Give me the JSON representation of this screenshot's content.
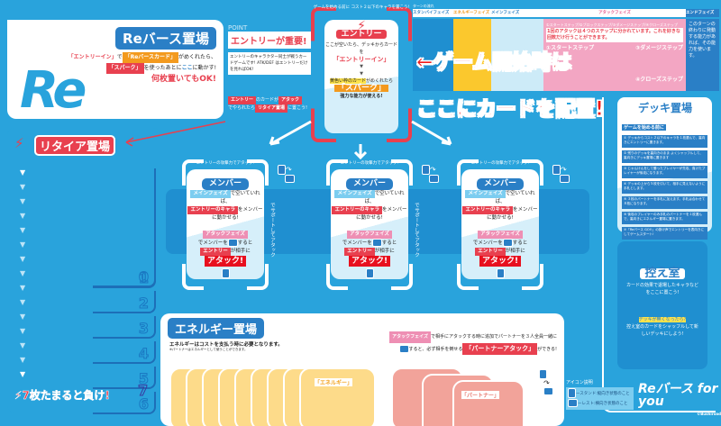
{
  "rebirth_zone": {
    "title": "Reバース置場",
    "line1_a": "「エントリーイン」",
    "line1_b": "で",
    "line1_c": "「Reバースカード」",
    "line1_d": "がめくれたら、",
    "line2_a": "「スパーク」",
    "line2_b": "を使ったあとに",
    "line2_c": "ここ",
    "line2_d": "に動かす!",
    "line3": "何枚置いてもOK!"
  },
  "logo_mark": "Re",
  "point": {
    "label": "POINT",
    "title": "エントリーが重要!",
    "text": "エントリーのキャラクター同士が戦うカードゲームです! ATK/DEF はエントリーだけを見ればOK!",
    "note_a": "エントリー",
    "note_b": "のカードが",
    "note_c": "アタック",
    "note_d": "でやられたら",
    "note_e": "リタイア置場",
    "note_f": "に置こう!"
  },
  "entry_zone": {
    "header": "ゲームを始める前に コスト２以下のキャラを置こう!",
    "title": "エントリー",
    "text1": "ここが空いたら、デッキからカードを",
    "entry_in": "「エントリーイン」",
    "text2_a": "黄色い枠のカード",
    "text2_b": "がめくれたら",
    "spark": "「スパーク」",
    "text3": "強力な能力が使える!"
  },
  "phases": {
    "header": "ターンの流れ",
    "tabs": [
      "スタンバイフェイズ",
      "エネルギーフェイズ",
      "メインフェイズ",
      "アタックフェイズ",
      "エンドフェイズ"
    ],
    "attack_sub": "①スタートステップ/②ブロックステップ/③ダメージステップ/④クローズステップ",
    "attack_head": "1回のアタックは４つのステップに分かれています。これを好きな回数だけ行うことができます。",
    "steps": [
      "①スタートステップ",
      "③ダメージステップ",
      "④クローズステップ"
    ],
    "end_text": "このターンの終わりに発動する能力があれば、その能力を使います。"
  },
  "overlay": {
    "line1": "←ゲーム開始時は",
    "line2": "ここにカードを配置!"
  },
  "retire": {
    "title": "リタイア置場",
    "slots": [
      "0",
      "1",
      "2",
      "3",
      "4",
      "5",
      "6",
      "7"
    ],
    "lose": "7枚たまると負け!"
  },
  "members": [
    {
      "header": "エントリーの攻撃力でアタック!",
      "title": "メンバー",
      "t1": "メインフェイズ",
      "t2": "で空いていれば、",
      "t3": "エントリーのキャラ",
      "t4": "をメンバーに動かせる!",
      "t5": "アタックフェイズ",
      "t6": "でメンバーを",
      "t7": "すると",
      "t8": "エントリー",
      "t9": "が相手に",
      "attack": "アタック!",
      "support": "でサポートしてアタック"
    },
    {
      "header": "エントリーの攻撃力でアタック!",
      "title": "メンバー",
      "t1": "メインフェイズ",
      "t2": "で空いていれば、",
      "t3": "エントリーのキャラ",
      "t4": "をメンバーに動かせる!",
      "t5": "アタックフェイズ",
      "t6": "でメンバーを",
      "t7": "すると",
      "t8": "エントリー",
      "t9": "が相手に",
      "attack": "アタック!",
      "support": "でサポートしてアタック"
    },
    {
      "header": "エントリーの攻撃力でアタック!",
      "title": "メンバー",
      "t1": "メインフェイズ",
      "t2": "で空いていれば、",
      "t3": "エントリーのキャラ",
      "t4": "をメンバーに動かせる!",
      "t5": "アタックフェイズ",
      "t6": "でメンバーを",
      "t7": "すると",
      "t8": "エントリー",
      "t9": "が相手に",
      "attack": "アタック!",
      "support": ""
    }
  ],
  "deck": {
    "title": "デッキ置場",
    "subtitle": "ゲームを始める前に",
    "steps": [
      "① デッキからコスト２以下のキャラを１枚選んで、裏向きにエントリーに置きます。",
      "② 残りのデッキを裏向きのまま よくシャッフルして、裏向きにデッキ置場に置きます",
      "③ じゃんけんをして勝ったプレイヤーが先攻、負けたプレイヤーが後攻になります。",
      "④ デッキの上から５枚を引いて、相手に見えないように手札とします。",
      "⑤ ３枚のパートナーを手札に加えます。手札は合わせて８枚になります。",
      "⑥ 後攻のプレイヤーのみ手札のパートナーを１枚選んで、裏向きにエネルギー置場に置きます。",
      "⑦「Reバース GO!!」の掛け声でエントリーを表向きにしてゲームスタート!"
    ]
  },
  "waiting_room": {
    "title": "控え室",
    "text": "カードの効果で退場したキャラなどをここに置こう!",
    "note_label": "デッキが無くなったら?",
    "note": "控え室のカードをシャッフルして新しいデッキにしよう!"
  },
  "energy": {
    "title": "エネルギー置場",
    "desc": "エネルギーはコストを支払う時に必要となります。",
    "desc_small": "※パートナーはエネルギーとして使うことができます。",
    "card_label": "「エネルギー」",
    "partner_label": "「パートナー」",
    "pa_a": "アタックフェイズ",
    "pa_b": "で相手にアタックする時に追加でパートナーを３人全員一緒に",
    "pa_c": "すると、必ず相手を倒せる",
    "pa_d": "「パートナーアタック」",
    "pa_e": "ができる!"
  },
  "icon_legend": {
    "title": "アイコン説明",
    "stand": "ースタンド:縦向き状態のこと",
    "rest": "ーレスト:横向き状態のこと"
  },
  "brand": {
    "logo": "Reバース for you",
    "copyright": "©Bushiroad"
  },
  "colors": {
    "background": "#29a3dc",
    "red": "#e8404f",
    "orange": "#f39a1e",
    "blue": "#2a7fc6",
    "energy": "#fddb8a",
    "partner": "#f2a39a",
    "pink": "#ee8fb4"
  }
}
